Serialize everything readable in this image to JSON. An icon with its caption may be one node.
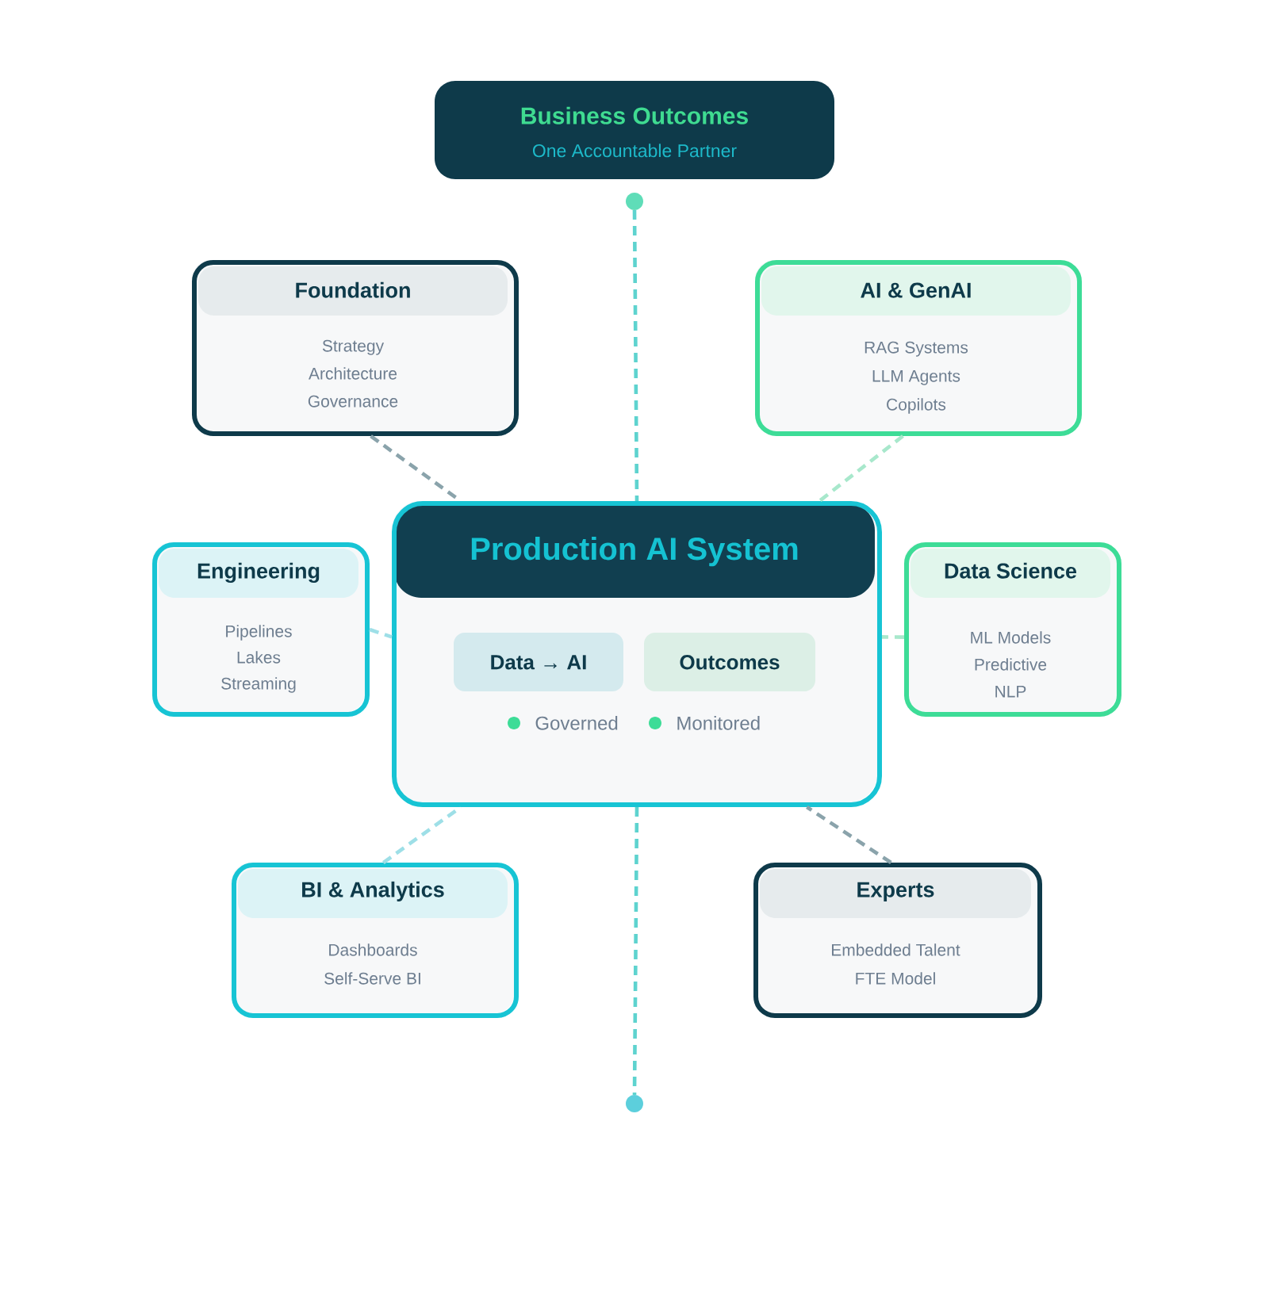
{
  "diagram": {
    "nodes": [
      {
        "text": [
          "Business Outcomes",
          "One Accountable Partner"
        ]
      },
      {
        "text": [],
        "shape": "circle"
      },
      {
        "text": [
          "Foundation",
          "Strategy",
          "Architecture",
          "Governance"
        ]
      },
      {
        "text": [
          "AI & GenAI",
          "RAG Systems",
          "LLM Agents",
          "Copilots"
        ]
      },
      {
        "text": [
          "Engineering",
          "Pipelines",
          "Lakes",
          "Streaming"
        ]
      },
      {
        "text": [
          "Production AI System",
          "Governed",
          "Monitored"
        ]
      },
      {
        "text": [
          "Data → AI"
        ],
        "in": 5
      },
      {
        "text": [
          "Outcomes"
        ],
        "in": 5
      },
      {
        "text": [
          "Data Science",
          "ML Models",
          "Predictive",
          "NLP"
        ]
      },
      {
        "text": [
          "BI & Analytics",
          "Dashboards",
          "Self-Serve BI"
        ]
      },
      {
        "text": [
          "Experts",
          "Embedded Talent",
          "FTE Model"
        ]
      },
      {
        "text": [],
        "shape": "circle"
      }
    ],
    "edges": [
      {
        "from": 1,
        "to": 5,
        "arrow": "none",
        "style": "dashed",
        "color": "#5ed3cf"
      },
      {
        "from": 2,
        "to": 5,
        "arrow": "none",
        "style": "dashed",
        "color": "#8aa3ab"
      },
      {
        "from": 3,
        "to": 5,
        "arrow": "none",
        "style": "dashed",
        "color": "#a8e8cc"
      },
      {
        "from": 4,
        "to": 5,
        "arrow": "none",
        "style": "dashed",
        "color": "#9edfe7"
      },
      {
        "from": 8,
        "to": 5,
        "arrow": "none",
        "style": "dashed",
        "color": "#a8e8cc"
      },
      {
        "from": 9,
        "to": 5,
        "arrow": "none",
        "style": "dashed",
        "color": "#9edfe7"
      },
      {
        "from": 10,
        "to": 5,
        "arrow": "none",
        "style": "dashed",
        "color": "#8aa3ab"
      },
      {
        "from": 5,
        "to": 11,
        "arrow": "none",
        "style": "dashed",
        "color": "#5ed3cf"
      }
    ]
  }
}
